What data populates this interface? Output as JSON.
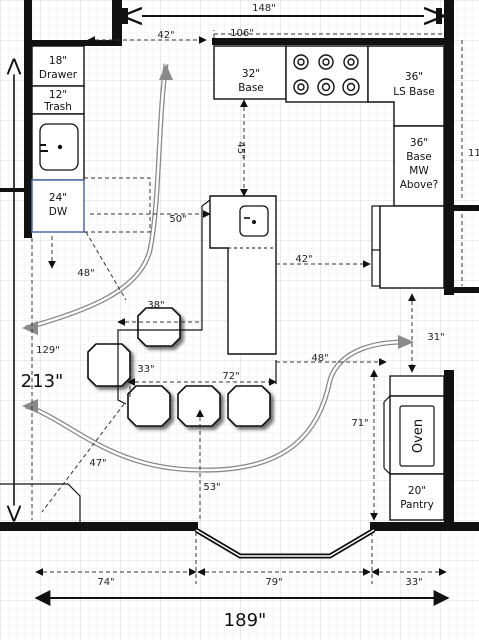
{
  "labels": {
    "d148": "148\"",
    "d106": "106\"",
    "d42_top": "42\"",
    "d42_right": "42\"",
    "d45": "45\"",
    "d50": "50\"",
    "d48_left": "48\"",
    "d48_right": "48\"",
    "d38": "38\"",
    "d33": "33\"",
    "d72": "72\"",
    "d71": "71\"",
    "d31": "31\"",
    "d129": "129\"",
    "d213": "213\"",
    "d47": "47\"",
    "d53": "53\"",
    "d74": "74\"",
    "d79": "79\"",
    "d33_bottom": "33\"",
    "d189": "189\"",
    "d11": "11"
  },
  "cabinets": {
    "drawer": [
      "18\"",
      "Drawer"
    ],
    "trash": [
      "12\"",
      "Trash"
    ],
    "dw": [
      "24\"",
      "DW"
    ],
    "base32": [
      "32\"",
      "Base"
    ],
    "ls_base": [
      "36\"",
      "LS Base"
    ],
    "base36": [
      "36\"",
      "Base",
      "MW",
      "Above?"
    ],
    "oven": "Oven",
    "pantry": [
      "20\"",
      "Pantry"
    ]
  }
}
